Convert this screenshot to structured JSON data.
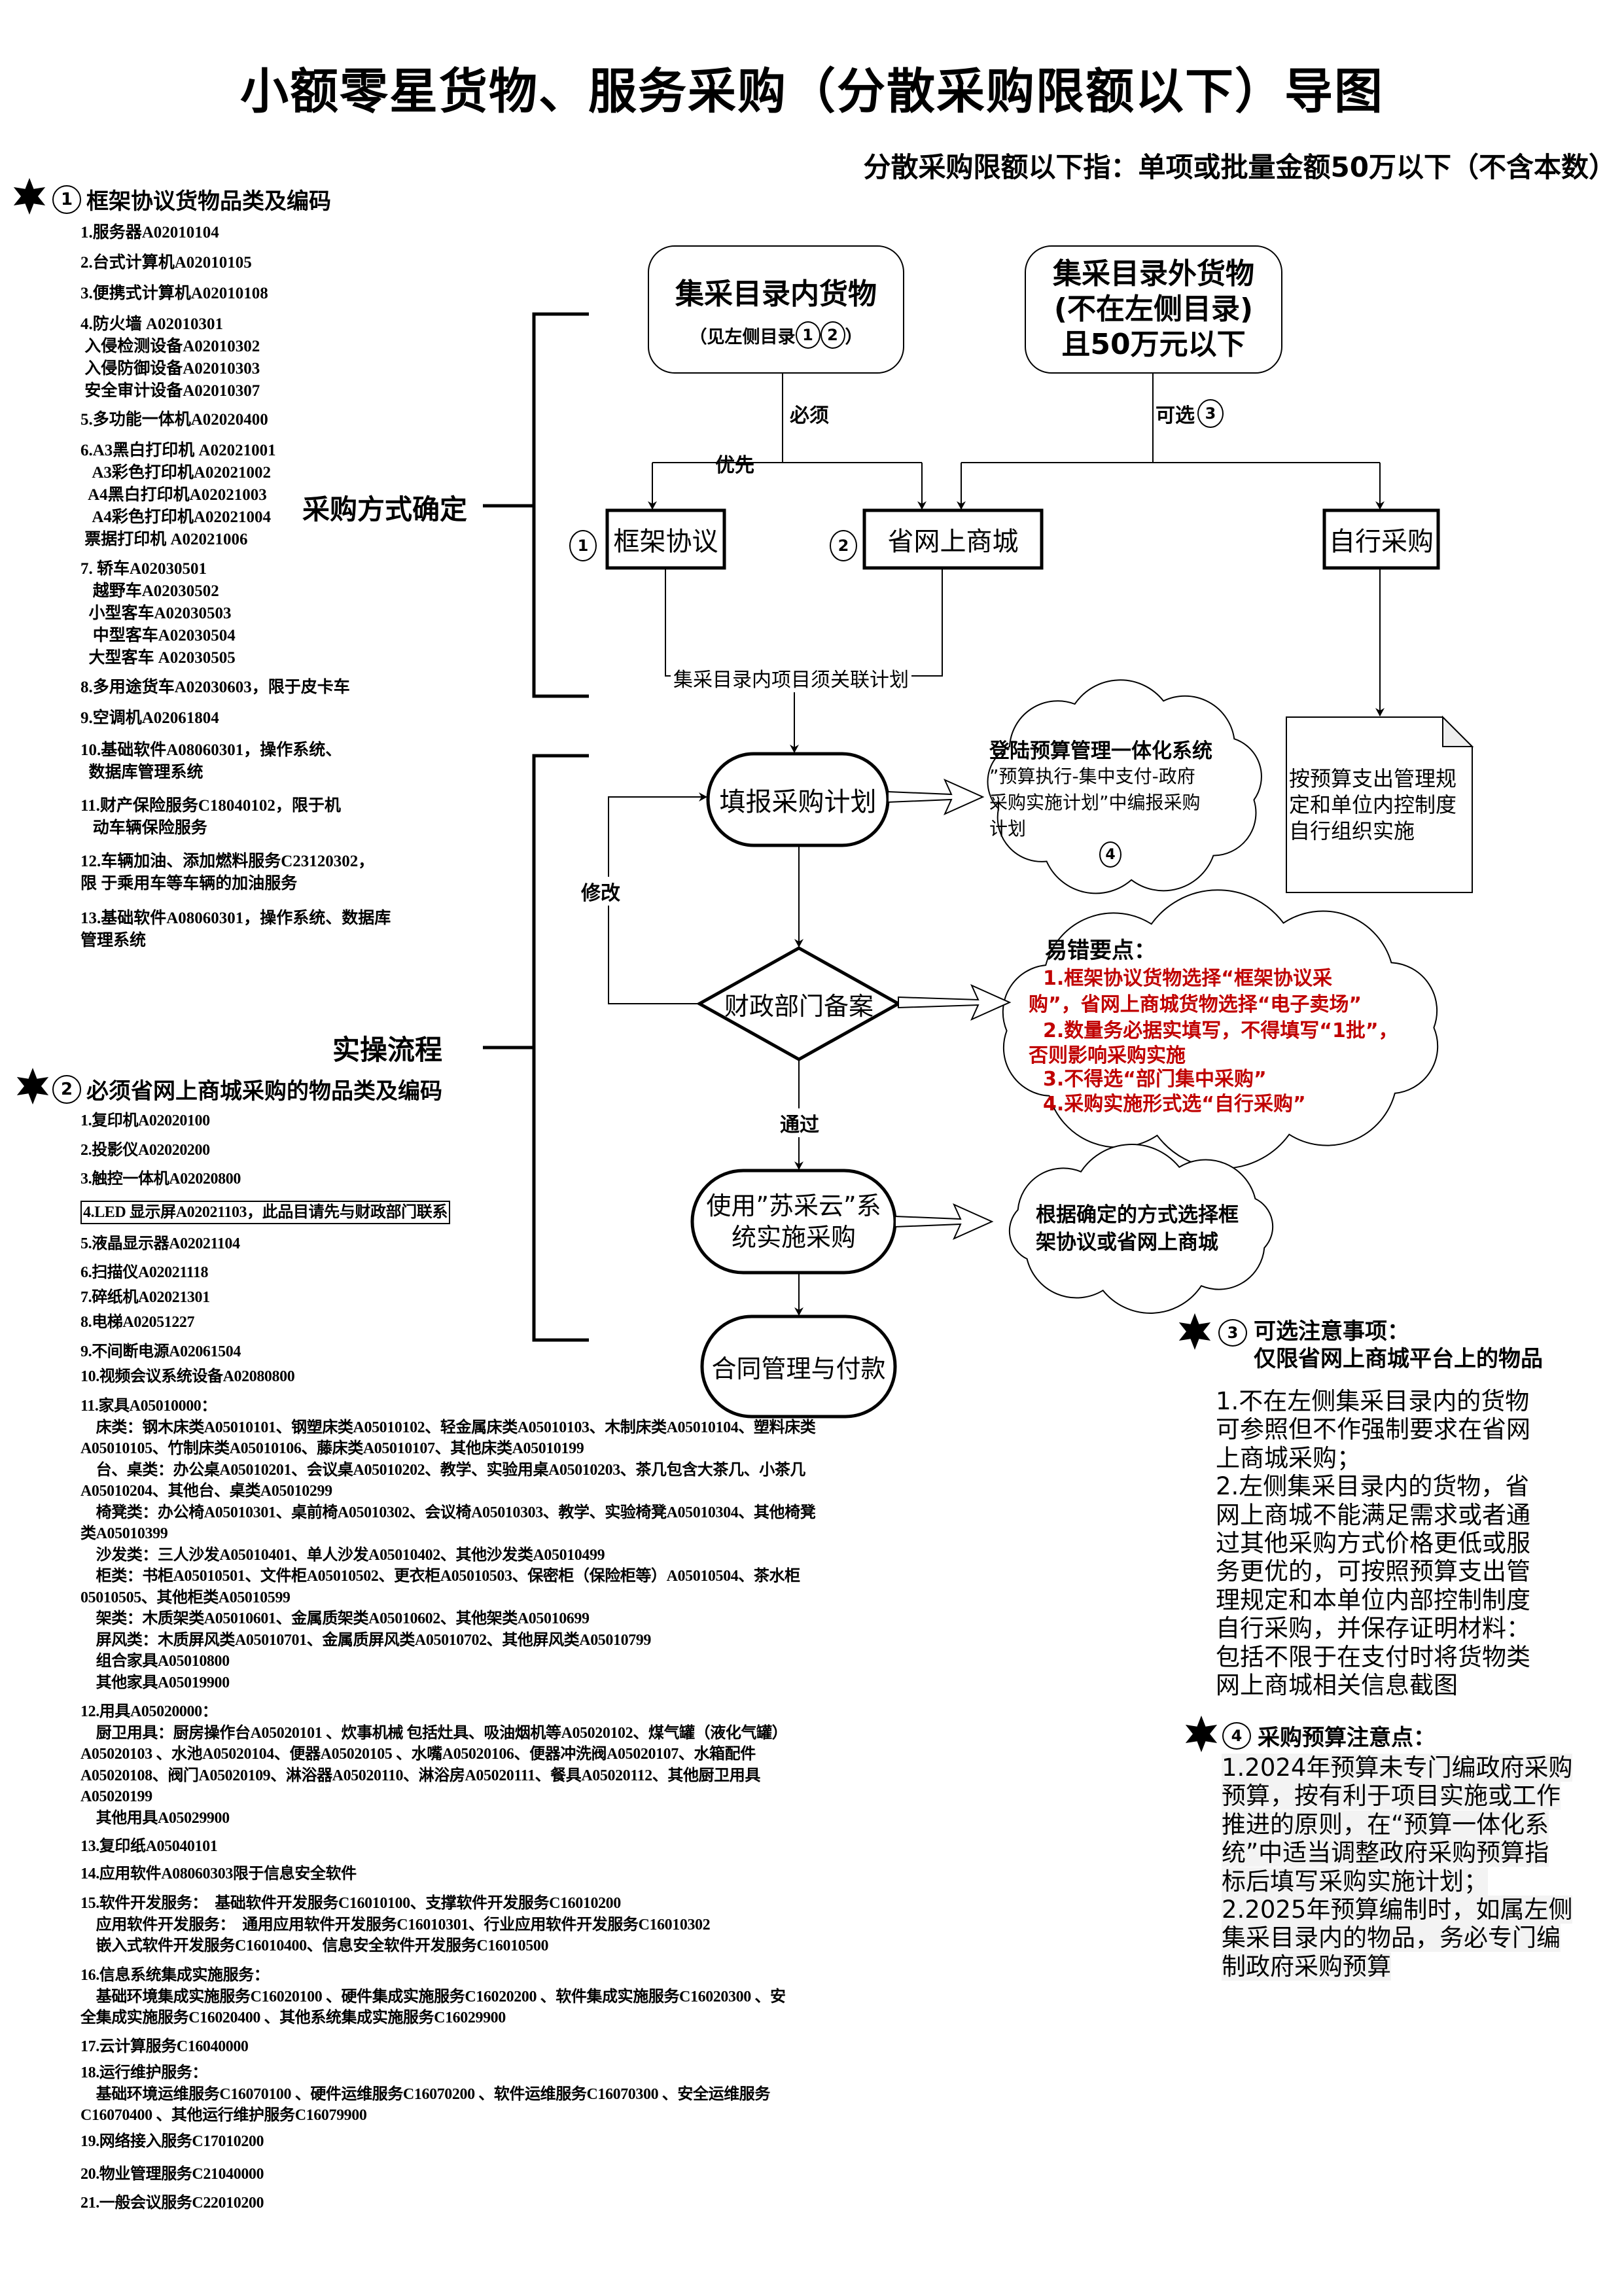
{
  "title": "小额零星货物、服务采购（分散采购限额以下）导图",
  "subtitle": "分散采购限额以下指：单项或批量金额50万以下（不含本数）",
  "section1": {
    "badge": "1",
    "heading": "框架协议货物品类及编码",
    "items": [
      [
        "1.服务器A02010104"
      ],
      [
        "2.台式计算机A02010105"
      ],
      [
        "3.便携式计算机A02010108"
      ],
      [
        "4.防火墙 A02010301",
        " 入侵检测设备A02010302",
        " 入侵防御设备A02010303",
        " 安全审计设备A02010307"
      ],
      [
        "5.多功能一体机A02020400"
      ],
      [
        "6.A3黑白打印机 A02021001",
        "   A3彩色打印机A02021002",
        "  A4黑白打印机A02021003",
        "   A4彩色打印机A02021004",
        " 票据打印机 A02021006"
      ],
      [
        "7. 轿车A02030501",
        "   越野车A02030502",
        "  小型客车A02030503",
        "   中型客车A02030504",
        "  大型客车 A02030505"
      ],
      [
        "8.多用途货车A02030603，限于皮卡车"
      ],
      [
        "9.空调机A02061804"
      ],
      [
        "10.基础软件A08060301，操作系统、",
        "  数据库管理系统"
      ],
      [
        "11.财产保险服务C18040102，限于机",
        "   动车辆保险服务"
      ],
      [
        "12.车辆加油、添加燃料服务C23120302，",
        "限 于乘用车等车辆的加油服务"
      ],
      [
        "13.基础软件A08060301，操作系统、数据库",
        "管理系统"
      ]
    ]
  },
  "section2": {
    "badge": "2",
    "heading": "必须省网上商城采购的物品类及编码",
    "items": [
      [
        "1.复印机A02020100"
      ],
      [
        "2.投影仪A02020200"
      ],
      [
        "3.触控一体机A02020800"
      ],
      [
        "4.LED 显示屏A02021103，此品目请先与财政部门联系"
      ],
      [
        "5.液晶显示器A02021104"
      ],
      [
        "6.扫描仪A02021118"
      ],
      [
        "7.碎纸机A02021301"
      ],
      [
        "8.电梯A02051227"
      ],
      [
        "9.不间断电源A02061504"
      ],
      [
        "10.视频会议系统设备A02080800"
      ],
      [
        "11.家具A05010000：",
        "　床类：钢木床类A05010101、钢塑床类A05010102、轻金属床类A05010103、木制床类A05010104、塑料床类",
        "A05010105、竹制床类A05010106、藤床类A05010107、其他床类A05010199",
        "　台、桌类：办公桌A05010201、会议桌A05010202、教学、实验用桌A05010203、茶几包含大茶几、小茶几",
        "A05010204、其他台、桌类A05010299",
        "　椅凳类：办公椅A05010301、桌前椅A05010302、会议椅A05010303、教学、实验椅凳A05010304、其他椅凳",
        "类A05010399",
        "　沙发类：三人沙发A05010401、单人沙发A05010402、其他沙发类A05010499",
        "　柜类：书柜A05010501、文件柜A05010502、更衣柜A05010503、保密柜（保险柜等）A05010504、茶水柜",
        "05010505、其他柜类A05010599",
        "　架类：木质架类A05010601、金属质架类A05010602、其他架类A05010699",
        "　屏风类：木质屏风类A05010701、金属质屏风类A05010702、其他屏风类A05010799",
        "　组合家具A05010800",
        "　其他家具A05019900"
      ],
      [
        "12.用具A05020000：",
        "　厨卫用具：厨房操作台A05020101 、炊事机械 包括灶具、吸油烟机等A05020102、煤气罐（液化气罐）",
        "A05020103 、水池A05020104、便器A05020105 、水嘴A05020106、便器冲洗阀A05020107、水箱配件",
        "A05020108、阀门A05020109、淋浴器A05020110、淋浴房A05020111、餐具A05020112、其他厨卫用具",
        "A05020199",
        "　其他用具A05029900"
      ],
      [
        "13.复印纸A05040101"
      ],
      [
        "14.应用软件A08060303限于信息安全软件"
      ],
      [
        "15.软件开发服务：  基础软件开发服务C16010100、支撑软件开发服务C16010200",
        "　应用软件开发服务：  通用应用软件开发服务C16010301、行业应用软件开发服务C16010302",
        "　嵌入式软件开发服务C16010400、信息安全软件开发服务C16010500"
      ],
      [
        "16.信息系统集成实施服务：",
        "　基础环境集成实施服务C16020100 、硬件集成实施服务C16020200 、软件集成实施服务C16020300 、安",
        "全集成实施服务C16020400 、其他系统集成实施服务C16029900"
      ],
      [
        "17.云计算服务C16040000"
      ],
      [
        "18.运行维护服务：",
        "　基础环境运维服务C16070100 、硬件运维服务C16070200 、软件运维服务C16070300 、安全运维服务",
        "C16070400 、其他运行维护服务C16079900"
      ],
      [
        "19.网络接入服务C17010200"
      ],
      [
        "20.物业管理服务C21040000"
      ],
      [
        "21.一般会议服务C22010200"
      ]
    ]
  },
  "labels": {
    "method": "采购方式确定",
    "practice": "实操流程"
  },
  "flow": {
    "in_catalog": {
      "title": "集采目录内货物",
      "sub_prefix": "（见左侧目录",
      "badge1": "1",
      "badge2": "2",
      "sub_suffix": "）"
    },
    "out_catalog": {
      "lines": [
        "集采目录外货物",
        "(不在左侧目录)",
        "且50万元以下"
      ]
    },
    "must": "必须",
    "priority": "优先",
    "optional": "可选",
    "optional_badge": "3",
    "framework": {
      "badge": "1",
      "label": "框架协议"
    },
    "mall": {
      "badge": "2",
      "label": "省网上商城"
    },
    "self": {
      "label": "自行采购"
    },
    "link_plan": "集采目录内项目须关联计划",
    "self_doc": [
      "按预算支出管理规",
      "定和单位内控制度",
      "自行组织实施"
    ],
    "fill_plan": "填报采购计划",
    "cloud_budget": {
      "title": "登陆预算管理一体化系统",
      "lines": [
        "”预算执行-集中支付-政府",
        "采购实施计划”中编报采购",
        "计划"
      ],
      "badge": "4"
    },
    "finance_record": "财政部门备案",
    "modify": "修改",
    "pass": "通过",
    "errors": {
      "title": "易错要点：",
      "lines": [
        "1.框架协议货物选择“框架协议采",
        "购”，省网上商城货物选择“电子卖场”",
        "2.数量务必据实填写，不得填写“1批”，",
        "否则影响采购实施",
        "3.不得选“部门集中采购”",
        "4.采购实施形式选“自行采购”"
      ],
      "color": "#c00000"
    },
    "use_system": [
      "使用”苏采云”系",
      "统实施采购"
    ],
    "cloud_choose": [
      "根据确定的方式选择框",
      "架协议或省网上商城"
    ],
    "contract": "合同管理与付款"
  },
  "notes3": {
    "badge": "3",
    "heading": [
      "可选注意事项：",
      "仅限省网上商城平台上的物品"
    ],
    "lines": [
      "1.不在左侧集采目录内的货物",
      "可参照但不作强制要求在省网",
      "上商城采购；",
      "2.左侧集采目录内的货物，省",
      "网上商城不能满足需求或者通",
      "过其他采购方式价格更低或服",
      "务更优的，可按照预算支出管",
      "理规定和本单位内部控制制度",
      "自行采购，并保存证明材料：",
      "包括不限于在支付时将货物类",
      "网上商城相关信息截图"
    ]
  },
  "notes4": {
    "badge": "4",
    "heading": "采购预算注意点：",
    "lines": [
      "1.2024年预算未专门编政府采购",
      "预算，按有利于项目实施或工作",
      "推进的原则，在“预算一体化系",
      "统”中适当调整政府采购预算指",
      "标后填写采购实施计划；",
      "2.2025年预算编制时，如属左侧",
      "集采目录内的物品，务必专门编",
      "制政府采购预算"
    ]
  }
}
